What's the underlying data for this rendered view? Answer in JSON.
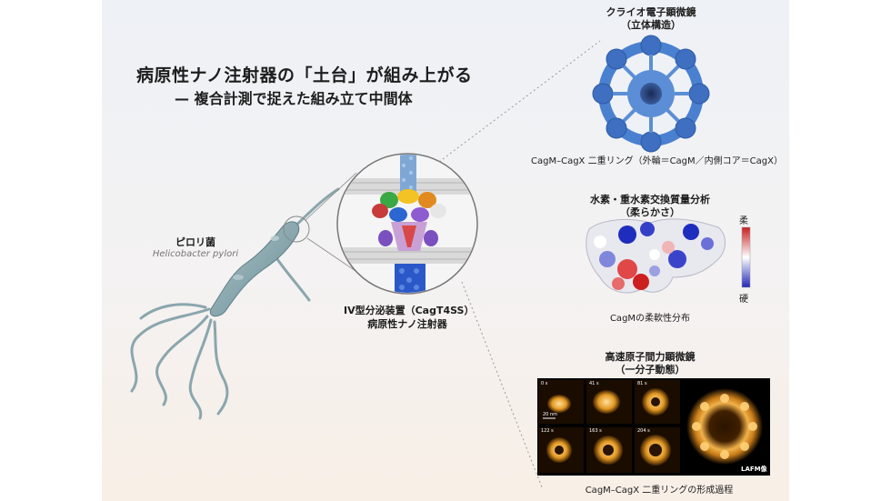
{
  "title": {
    "main": "病原性ナノ注射器の「土台」が組み上がる",
    "sub": "— 複合計測で捉えた組み立て中間体"
  },
  "bacterium": {
    "name": "ピロリ菌",
    "latin": "Helicobacter pylori"
  },
  "injector": {
    "line1": "IV型分泌装置（CagT4SS）",
    "line2": "病原性ナノ注射器"
  },
  "cryo": {
    "heading1": "クライオ電子顕微鏡",
    "heading2": "（立体構造）",
    "caption": "CagM–CagX 二重リング（外輪＝CagM／内側コア＝CagX）"
  },
  "hdx": {
    "heading1": "水素・重水素交換質量分析",
    "heading2": "（柔らかさ）",
    "caption": "CagMの柔軟性分布",
    "scale_top": "柔",
    "scale_bottom": "硬"
  },
  "afm": {
    "heading1": "高速原子間力顕微鏡",
    "heading2": "（一分子動態）",
    "caption": "CagM–CagX 二重リングの形成過程",
    "watermark": "LAFM像",
    "frames": [
      "0 s",
      "41 s",
      "81 s",
      "122 s",
      "163 s",
      "204 s"
    ],
    "scalebar": "20 nm"
  },
  "colors": {
    "ring": "#4a80d0",
    "flexible": "#d02020",
    "rigid": "#2030c0",
    "afm_glow": "#f5b030"
  }
}
